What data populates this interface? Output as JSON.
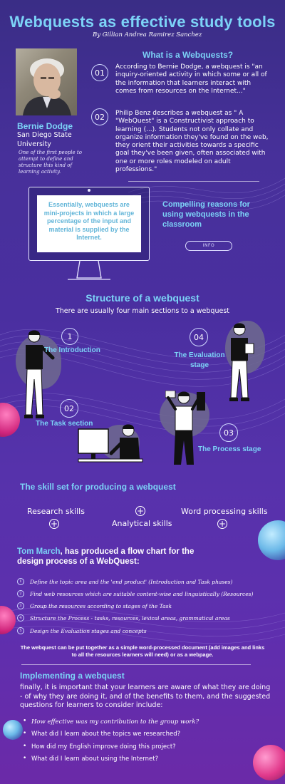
{
  "header": {
    "title": "Webquests as effective study tools",
    "byline": "By Gillian Andrea Ramirez Sanchez"
  },
  "profile": {
    "name": "Bernie Dodge",
    "affiliation": "San Diego State University",
    "note": "One of the first people to attempt to define and structure this kind of learning activity."
  },
  "what_is": {
    "heading": "What is a Webquests?",
    "items": [
      {
        "num": "01",
        "text": "According to Bernie Dodge, a webquest is \"an inquiry-oriented activity in which some or all of the information that learners interact with comes from resources on the Internet...\""
      },
      {
        "num": "02",
        "text": "Philip Benz describes a webquest as \" A \"WebQuest\" is a Constructivist approach to learning (...). Students not only collate and organize information they've found on the web, they orient their activities towards a specific goal they've been given, often associated with one or more roles modeled on adult professions.\""
      }
    ]
  },
  "monitor": {
    "screen_text": "Essentially, webquests are mini-projects in which a large percentage of the input and material is supplied by the Internet.",
    "side_heading": "Compelling reasons for using webquests in the classroom",
    "info_button": "INFO"
  },
  "structure": {
    "heading": "Structure of a webquest",
    "subheading": "There are usually four main sections to a webquest",
    "stages": [
      {
        "num": "1",
        "label": "The Introduction"
      },
      {
        "num": "02",
        "label": "The Task section"
      },
      {
        "num": "03",
        "label": "The Process stage"
      },
      {
        "num": "04",
        "label": "The Evaluation stage"
      }
    ]
  },
  "skills": {
    "heading": "The skill set for producing a webquest",
    "items": [
      "Research skills",
      "Analytical skills",
      "Word processing skills"
    ],
    "plus": "+"
  },
  "flow": {
    "heading_name": "Tom March",
    "heading_rest": ", has produced a flow chart for the design process of a WebQuest:",
    "steps": [
      {
        "num": "1",
        "text": "Define the topic area and the 'end product' (Introduction and Task phases)"
      },
      {
        "num": "2",
        "text": "Find web resources which are suitable content-wise and linguistically (Resources)"
      },
      {
        "num": "3",
        "text": "Group the resources according to stages of the Task"
      },
      {
        "num": "4",
        "text": "Structure the Process - tasks, resources, lexical areas, grammatical areas"
      },
      {
        "num": "5",
        "text": "Design the Evaluation stages and concepts"
      }
    ],
    "note": "The webquest can be put together as a simple word-processed document (add images and links to all the resources learners will need) or as a webpage."
  },
  "implementing": {
    "heading": "Implementing a webquest",
    "intro": "finally, it is important that your learners are aware of what they are doing - of why they are doing it, and of the benefits to them, and the suggested questions for learners to consider include:",
    "questions": [
      "How effective was my contribution to the group work?",
      "What did I learn about the topics we researched?",
      "How did my English improve doing this project?",
      "What did I learn about using the Internet?"
    ]
  },
  "colors": {
    "accent": "#7cd3f7",
    "sphere_pink": "#e23a8c",
    "sphere_blue": "#6bb8e8"
  }
}
